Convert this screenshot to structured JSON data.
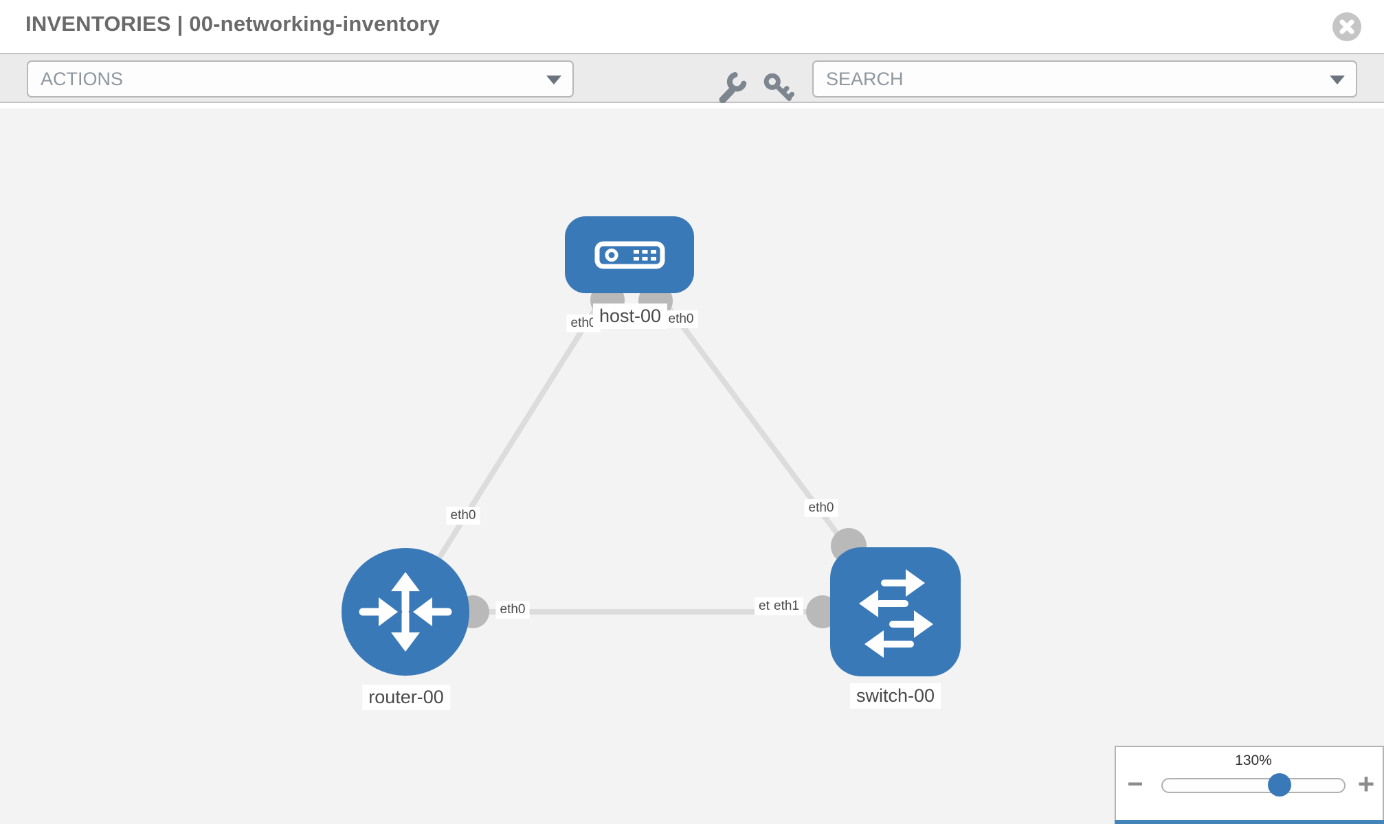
{
  "header": {
    "title": "INVENTORIES | 00-networking-inventory"
  },
  "toolbar": {
    "actions_label": "ACTIONS",
    "search_placeholder": "SEARCH"
  },
  "icons": {
    "close": "x-in-circle",
    "tools": "wrench",
    "credentials": "key",
    "actions_caret": "chevron-down",
    "search_caret": "chevron-down",
    "zoom_out": "minus",
    "zoom_in": "plus"
  },
  "topology": {
    "nodes": [
      {
        "id": "host-00",
        "type": "host",
        "label": "host-00"
      },
      {
        "id": "router-00",
        "type": "router",
        "label": "router-00"
      },
      {
        "id": "switch-00",
        "type": "switch",
        "label": "switch-00"
      }
    ],
    "links": [
      {
        "source": "host-00",
        "target": "router-00",
        "source_interface": "eth0",
        "target_interface": "eth0"
      },
      {
        "source": "host-00",
        "target": "switch-00",
        "source_interface": "eth0",
        "target_interface": "eth0"
      },
      {
        "source": "router-00",
        "target": "switch-00",
        "source_interface": "eth0",
        "target_interface": "eth1"
      }
    ],
    "labels": {
      "host": "host-00",
      "router": "router-00",
      "switch": "switch-00",
      "l1_host_iface": "eth0",
      "l1_router_iface": "eth0",
      "l2_host_iface": "eth0",
      "l2_switch_iface": "eth0",
      "l3_router_iface": "eth0",
      "l3_switch_iface": "eth1",
      "l3_switch_iface_dup": "eth1"
    }
  },
  "zoom_widget": {
    "level": "130%",
    "minus_glyph": "−",
    "plus_glyph": "+"
  },
  "colors": {
    "node_blue": "#3a79b8",
    "link_gray": "#dcdcdc",
    "endpoint_gray": "#b9b9b9",
    "canvas_bg": "#f3f3f3",
    "footer_blue": "#4584b8"
  }
}
